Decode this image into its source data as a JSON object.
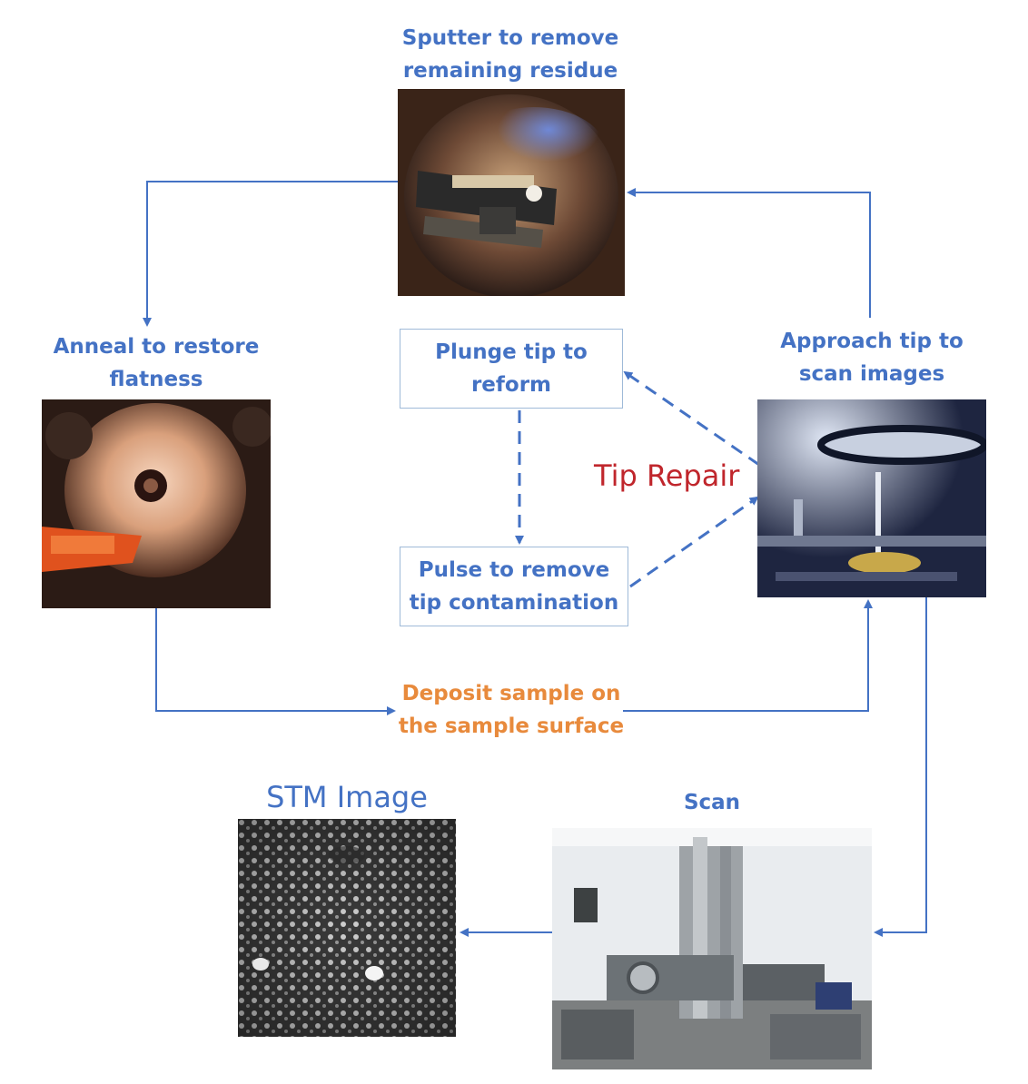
{
  "steps": {
    "sputter": "Sputter to remove remaining residue",
    "anneal": "Anneal to restore flatness",
    "approach": "Approach tip to scan images",
    "plunge": "Plunge tip to reform",
    "pulse": "Pulse to remove tip contamination",
    "deposit": "Deposit sample on the sample surface",
    "scan": "Scan"
  },
  "tip_repair_label": "Tip Repair",
  "stm_image_label": "STM Image",
  "colors": {
    "flow_blue": "#4472c4",
    "deposit_orange": "#e88a3c",
    "tip_repair_red": "#c0262c"
  }
}
